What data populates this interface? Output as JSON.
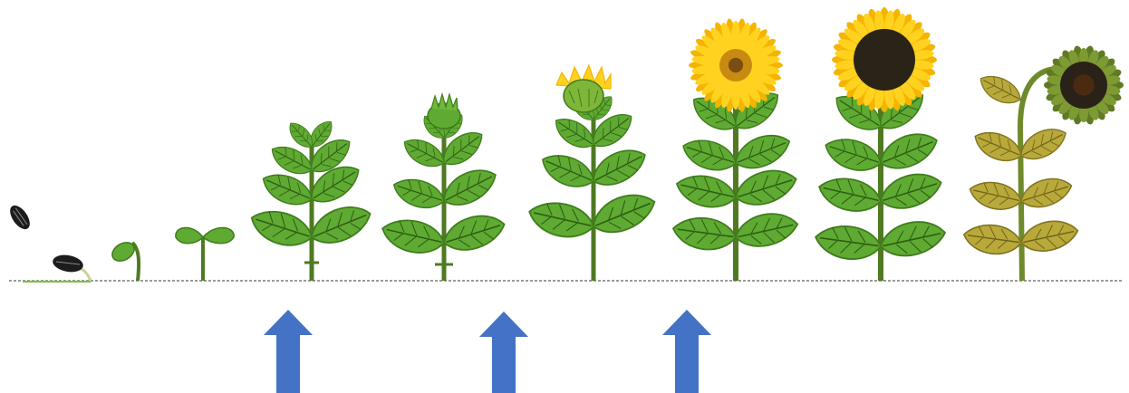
{
  "diagram": {
    "stages": [
      {
        "id": "seed"
      },
      {
        "id": "germinating-seed"
      },
      {
        "id": "sprout"
      },
      {
        "id": "seedling"
      },
      {
        "id": "young-plant"
      },
      {
        "id": "budding-plant"
      },
      {
        "id": "flower-opening"
      },
      {
        "id": "blooming-flower"
      },
      {
        "id": "mature-flower"
      },
      {
        "id": "wilting-flower"
      }
    ],
    "highlighted_stages": [
      "young-plant",
      "flower-opening",
      "blooming-flower"
    ],
    "colors": {
      "stem": "#4f7a22",
      "leaf": "#5faa32",
      "leaf_dark": "#3f7d1c",
      "leaf_vein": "#2e5e14",
      "petal": "#ffd21f",
      "petal_dark": "#f5b400",
      "center_dark": "#2a2418",
      "wilted": "#b9a83a",
      "ground_line": "#9a9a9a",
      "arrow": "#4472c4"
    }
  }
}
